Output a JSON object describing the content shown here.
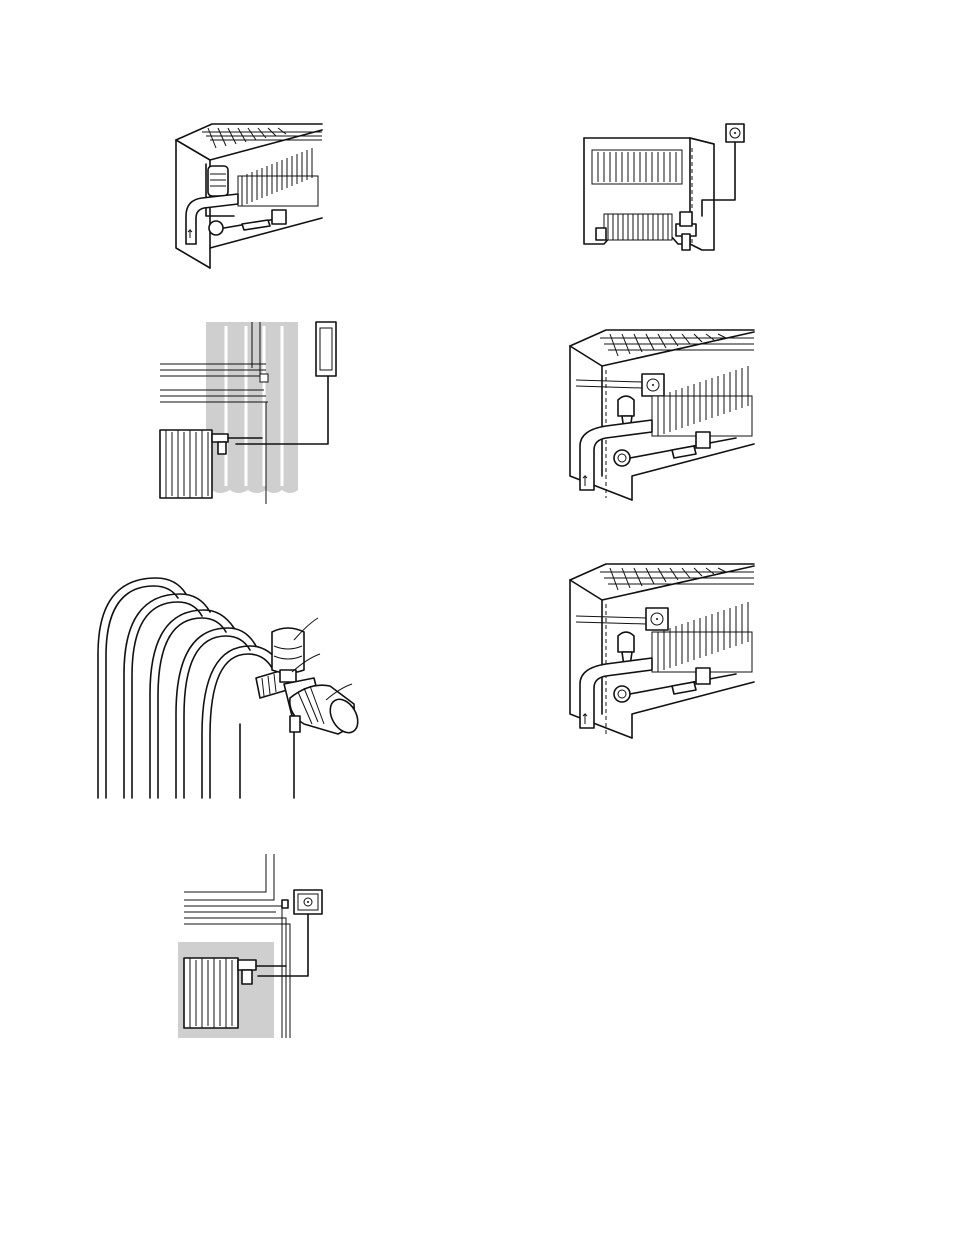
{
  "page": {
    "background_color": "#ffffff",
    "shade_color": "#cfcfcf",
    "line_color": "#111111"
  },
  "figures": [
    {
      "id": "convector-valve-top-left",
      "icon": "convector-with-thermostat-valve"
    },
    {
      "id": "cabinet-remote-sensor",
      "icon": "cabinet-heater-with-remote-sensor"
    },
    {
      "id": "radiator-behind-curtain",
      "icon": "radiator-with-remote-sensor-behind-curtain"
    },
    {
      "id": "convector-wall-sensor-1",
      "icon": "convector-with-wall-sensor"
    },
    {
      "id": "radiator-valve-closeup",
      "icon": "radiator-valve-closeup"
    },
    {
      "id": "convector-wall-sensor-2",
      "icon": "convector-with-wall-sensor"
    },
    {
      "id": "radiator-alcove-wall-sensor",
      "icon": "radiator-in-alcove-with-wall-sensor"
    }
  ]
}
